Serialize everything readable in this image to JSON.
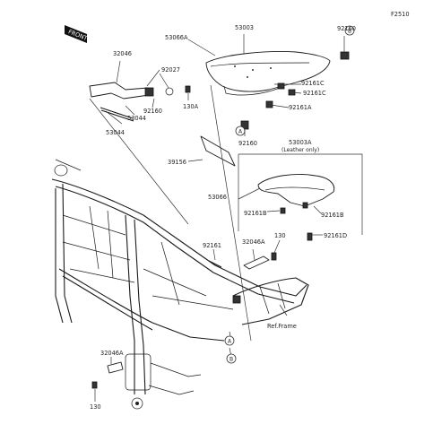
{
  "figure_code": "F2510",
  "front_marker": "FRONT",
  "circle_refs": {
    "a": "A",
    "b": "B"
  },
  "parts": {
    "p53003": "53003",
    "p53066a": "53066A",
    "p92160_top": "92160",
    "p32046": "32046",
    "p92027": "92027",
    "p92161c_1": "92161C",
    "p92161c_2": "92161C",
    "p92160_mid": "92160",
    "p130a": "130A",
    "p53044_a": "53044",
    "p53044_b": "53044",
    "p92161a": "92161A",
    "p92160_low": "92160",
    "p39156": "39156",
    "p53003a": "53003A",
    "leather_note": "(Leather only)",
    "p53066": "53066",
    "p92161b_1": "92161B",
    "p92161b_2": "92161B",
    "p92161d": "92161D",
    "p92161": "92161",
    "p32046a_top": "32046A",
    "p130_top": "130",
    "ref_frame": "Ref.Frame",
    "p32046a_low": "32046A",
    "p130_low": "130"
  }
}
